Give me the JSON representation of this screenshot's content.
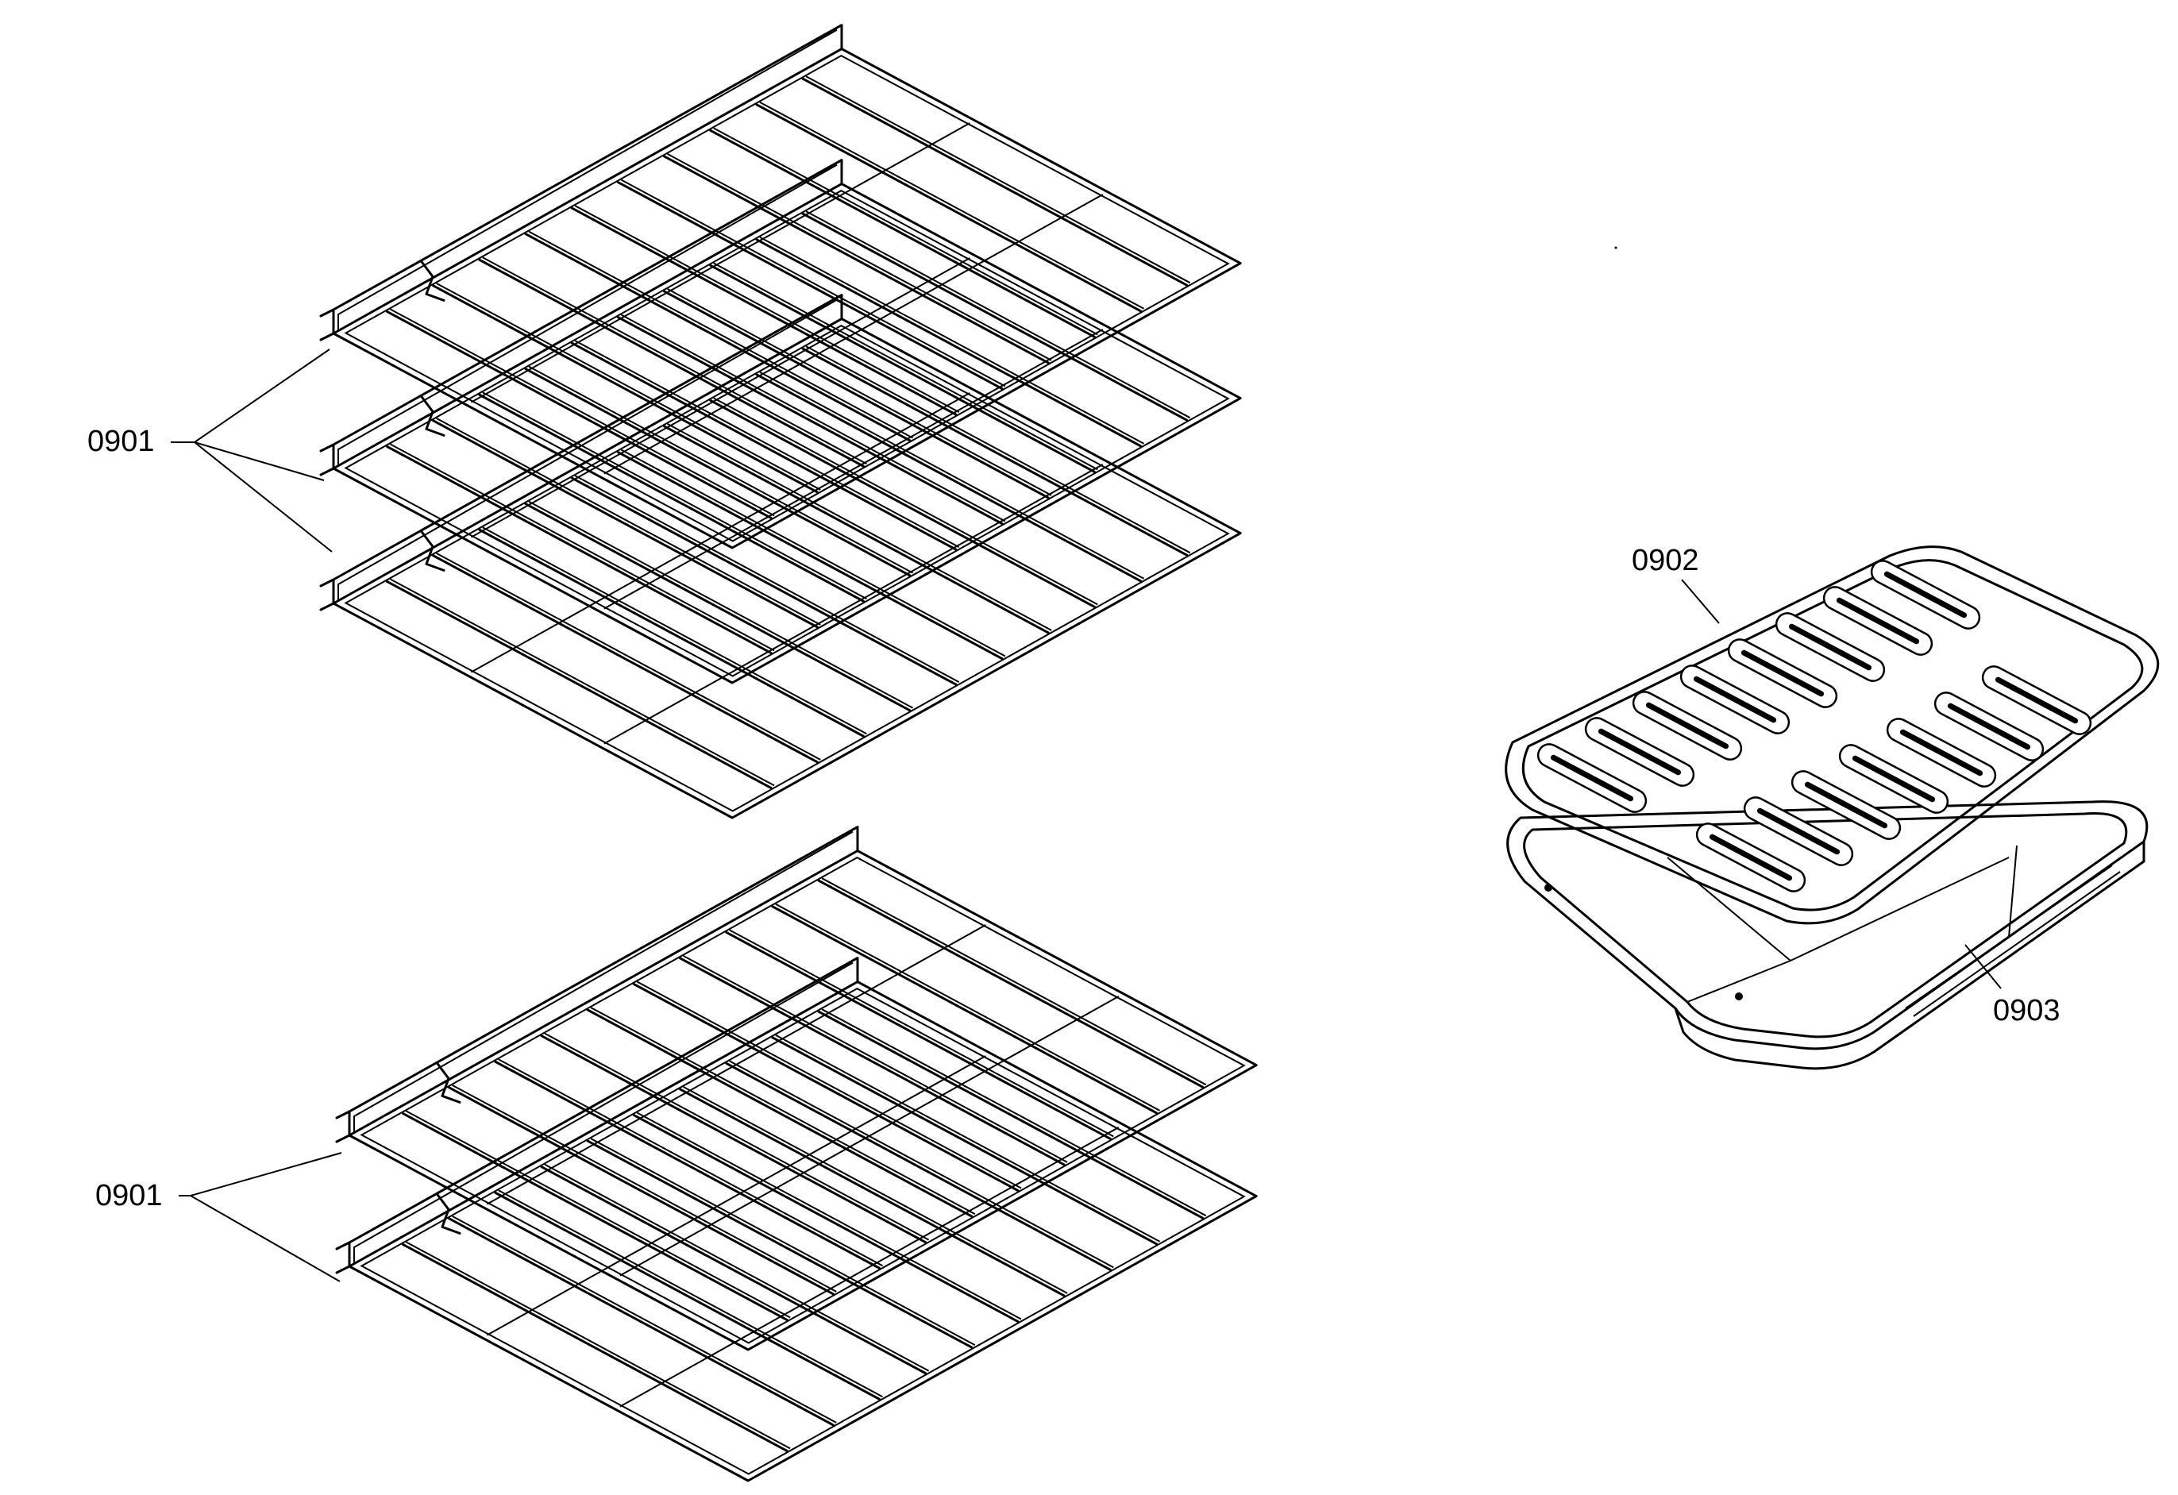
{
  "callouts": {
    "rack_upper_label": "0901",
    "rack_lower_label": "0901",
    "broiler_grid_label": "0902",
    "broiler_pan_label": "0903"
  },
  "parts": {
    "upper_rack_set_count": 3,
    "lower_rack_set_count": 2
  },
  "colors": {
    "line": "#000000",
    "background": "#ffffff"
  }
}
